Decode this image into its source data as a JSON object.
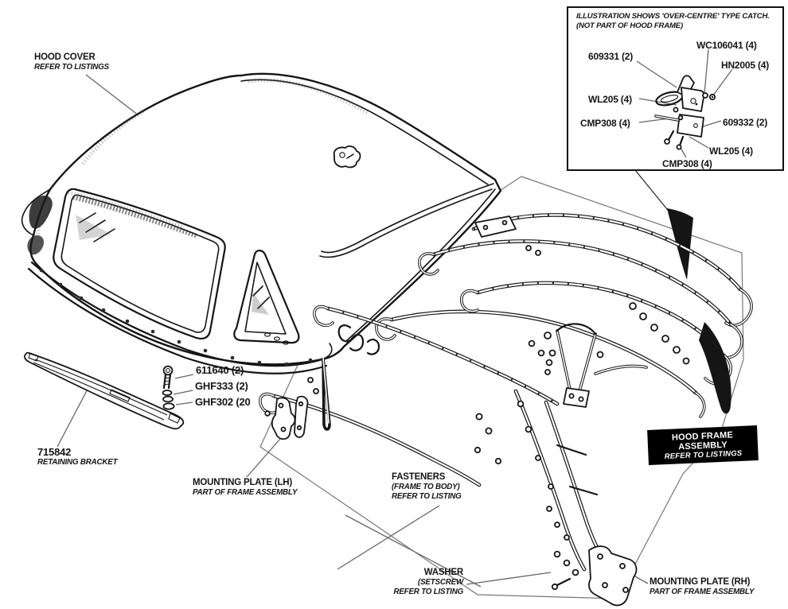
{
  "callouts": {
    "hood_cover": {
      "title": "HOOD COVER",
      "sub": "REFER TO LISTINGS"
    },
    "bolt": "611640 (2)",
    "spring_washer": "GHF333 (2)",
    "plain_washer": "GHF302 (20",
    "retaining_bracket": {
      "part": "715842",
      "name": "RETAINING BRACKET"
    },
    "mounting_plate_lh": {
      "title": "MOUNTING PLATE (LH)",
      "sub": "PART OF FRAME ASSEMBLY"
    },
    "fasteners": {
      "title": "FASTENERS",
      "sub1": "(FRAME TO BODY)",
      "sub2": "REFER TO LISTING"
    },
    "washer": {
      "title": "WASHER",
      "sub1": "(SETSCREW",
      "sub2": "REFER TO LISTING"
    },
    "mounting_plate_rh": {
      "title": "MOUNTING PLATE (RH)",
      "sub": "PART OF FRAME ASSEMBLY"
    },
    "hood_frame_assembly": {
      "line1": "HOOD FRAME",
      "line2": "ASSEMBLY",
      "line3": "REFER TO LISTINGS"
    }
  },
  "inset": {
    "note_line1": "ILLUSTRATION SHOWS 'OVER-CENTRE' TYPE CATCH.",
    "note_line2": "(NOT PART OF HOOD FRAME)",
    "parts": {
      "p609331": "609331 (2)",
      "wc106041": "WC106041 (4)",
      "hn2005": "HN2005 (4)",
      "wl205_upper": "WL205 (4)",
      "cmp308_upper": "CMP308 (4)",
      "p609332": "609332 (2)",
      "wl205_lower": "WL205 (4)",
      "cmp308_lower": "CMP308 (4)"
    }
  },
  "colors": {
    "ink": "#151515",
    "leader": "#666666",
    "panel_bg": "#000000",
    "panel_text": "#ffffff",
    "background": "#ffffff"
  }
}
